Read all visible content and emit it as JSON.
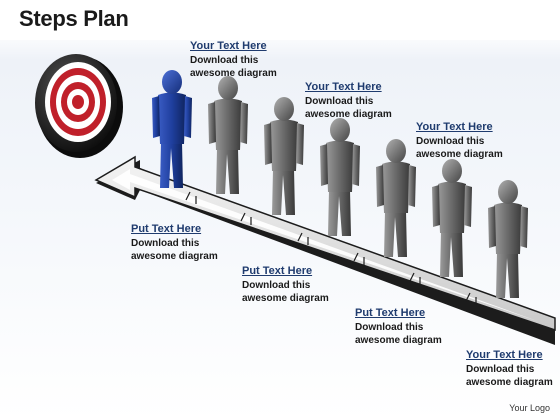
{
  "slide": {
    "title": "Steps Plan",
    "footer_logo_text": "Your Logo"
  },
  "colors": {
    "leader_figure": "#1f3f9e",
    "step_figures": "#7a7a7a",
    "target_red": "#c0202a",
    "callout_heading": "#1f3b6e"
  },
  "icons": [
    "target-icon",
    "arrow-icon",
    "person-figure-icon"
  ],
  "callouts": [
    {
      "heading": "Your Text Here",
      "body": "Download this awesome diagram"
    },
    {
      "heading": "Put Text Here",
      "body": "Download this awesome diagram"
    },
    {
      "heading": "Your Text Here",
      "body": "Download this awesome diagram"
    },
    {
      "heading": "Put Text Here",
      "body": "Download this awesome diagram"
    },
    {
      "heading": "Your Text Here",
      "body": "Download this awesome diagram"
    },
    {
      "heading": "Put Text Here",
      "body": "Download this awesome diagram"
    },
    {
      "heading": "Your Text Here",
      "body": "Download this awesome diagram"
    }
  ]
}
